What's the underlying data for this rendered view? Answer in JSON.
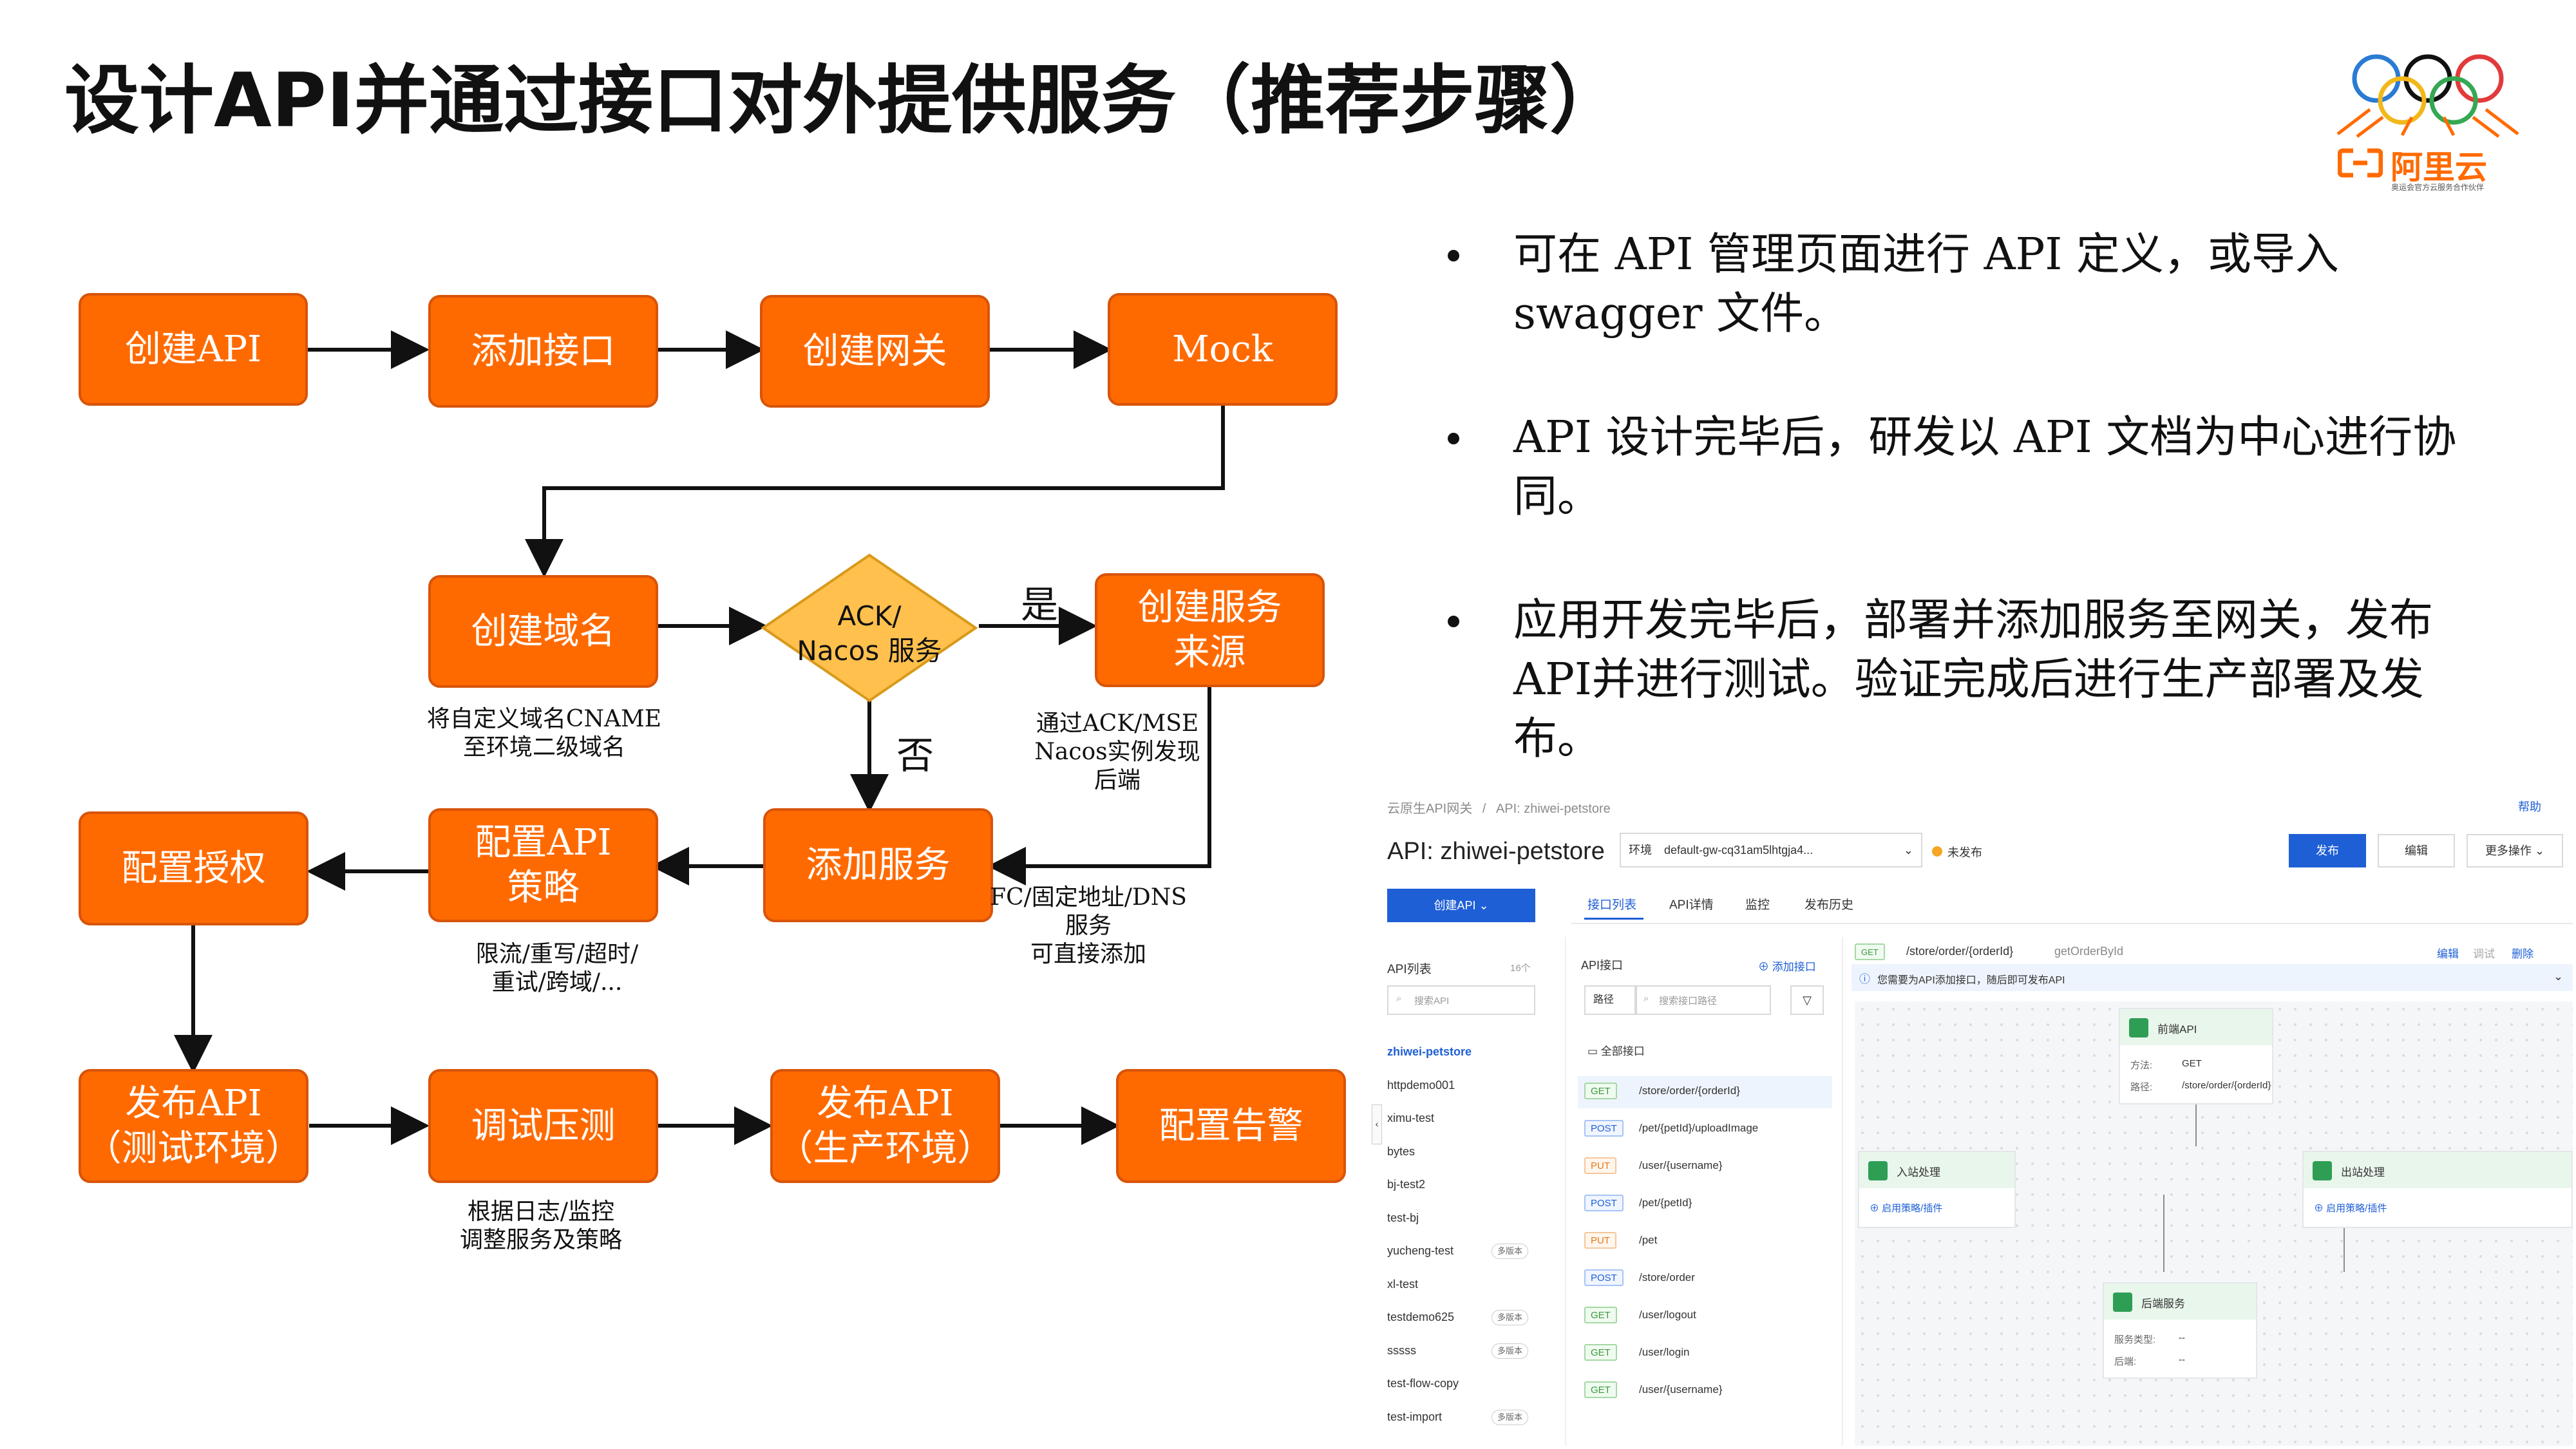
{
  "title": "设计API并通过接口对外提供服务（推荐步骤）",
  "logo": {
    "brand_text": "阿里云",
    "slogan": "奥运会官方云服务合作伙伴",
    "accent_color": "#ff6a00"
  },
  "flowchart": {
    "node_color": "#ff6a00",
    "nodes": {
      "create_api": "创建API",
      "add_interface": "添加接口",
      "create_gateway": "创建网关",
      "mock": "Mock",
      "create_domain": "创建域名",
      "decision": "ACK/\nNacos 服务",
      "create_source": "创建服务\n来源",
      "add_service": "添加服务",
      "config_policy": "配置API\n策略",
      "config_auth": "配置授权",
      "publish_test": "发布API\n（测试环境）",
      "debug_stress": "调试压测",
      "publish_prod": "发布API\n（生产环境）",
      "config_alert": "配置告警"
    },
    "edge_labels": {
      "yes": "是",
      "no": "否"
    },
    "notes": {
      "domain": "将自定义域名CNAME\n至环境二级域名",
      "source": "通过ACK/MSE\nNacos实例发现\n后端",
      "fc": "FC/固定地址/DNS\n服务\n可直接添加",
      "policy": "限流/重写/超时/\n重试/跨域/...",
      "debug": "根据日志/监控\n调整服务及策略"
    }
  },
  "bullets": [
    "可在 API 管理页面进行 API 定义，或导入 swagger 文件。",
    "API 设计完毕后，研发以 API 文档为中心进行协同。",
    "应用开发完毕后，部署并添加服务至网关，发布API并进行测试。验证完成后进行生产部署及发布。"
  ],
  "console": {
    "breadcrumb_root": "云原生API网关",
    "breadcrumb_sep": "/",
    "breadcrumb_current": "API: zhiwei-petstore",
    "help": "帮助",
    "api_title": "API: zhiwei-petstore",
    "env_label": "环境",
    "env_value": "default-gw-cq31am5lhtgja4...",
    "status": "未发布",
    "buttons": {
      "publish": "发布",
      "edit": "编辑",
      "more": "更多操作"
    },
    "create_api": "创建API",
    "tabs": [
      "接口列表",
      "API详情",
      "监控",
      "发布历史"
    ],
    "sidebar": {
      "title": "API列表",
      "count": "16个",
      "search_placeholder": "搜索API",
      "items": [
        {
          "name": "zhiwei-petstore",
          "tag": ""
        },
        {
          "name": "httpdemo001",
          "tag": ""
        },
        {
          "name": "ximu-test",
          "tag": ""
        },
        {
          "name": "bytes",
          "tag": ""
        },
        {
          "name": "bj-test2",
          "tag": ""
        },
        {
          "name": "test-bj",
          "tag": ""
        },
        {
          "name": "yucheng-test",
          "tag": "多版本"
        },
        {
          "name": "xl-test",
          "tag": ""
        },
        {
          "name": "testdemo625",
          "tag": "多版本"
        },
        {
          "name": "sssss",
          "tag": "多版本"
        },
        {
          "name": "test-flow-copy",
          "tag": ""
        },
        {
          "name": "test-import",
          "tag": "多版本"
        }
      ]
    },
    "interfaces": {
      "title": "API接口",
      "add": "添加接口",
      "filter_label": "路径",
      "search_placeholder": "搜索接口路径",
      "group": "全部接口",
      "items": [
        {
          "method": "GET",
          "path": "/store/order/{orderId}"
        },
        {
          "method": "POST",
          "path": "/pet/{petId}/uploadImage"
        },
        {
          "method": "PUT",
          "path": "/user/{username}"
        },
        {
          "method": "POST",
          "path": "/pet/{petId}"
        },
        {
          "method": "PUT",
          "path": "/pet"
        },
        {
          "method": "POST",
          "path": "/store/order"
        },
        {
          "method": "GET",
          "path": "/user/logout"
        },
        {
          "method": "GET",
          "path": "/user/login"
        },
        {
          "method": "GET",
          "path": "/user/{username}"
        }
      ]
    },
    "detail": {
      "method": "GET",
      "path": "/store/order/{orderId}",
      "operation": "getOrderById",
      "actions": [
        "编辑",
        "调试",
        "删除"
      ],
      "notice": "您需要为API添加接口，随后即可发布API",
      "frontend": {
        "title": "前端API",
        "method_label": "方法:",
        "method": "GET",
        "path_label": "路径:",
        "path": "/store/order/{orderId}"
      },
      "inbound": {
        "title": "入站处理",
        "link": "启用策略/插件"
      },
      "outbound": {
        "title": "出站处理",
        "link": "启用策略/插件"
      },
      "backend": {
        "title": "后端服务",
        "type_label": "服务类型:",
        "type_value": "--",
        "backend_label": "后端:",
        "backend_value": "--"
      }
    }
  }
}
